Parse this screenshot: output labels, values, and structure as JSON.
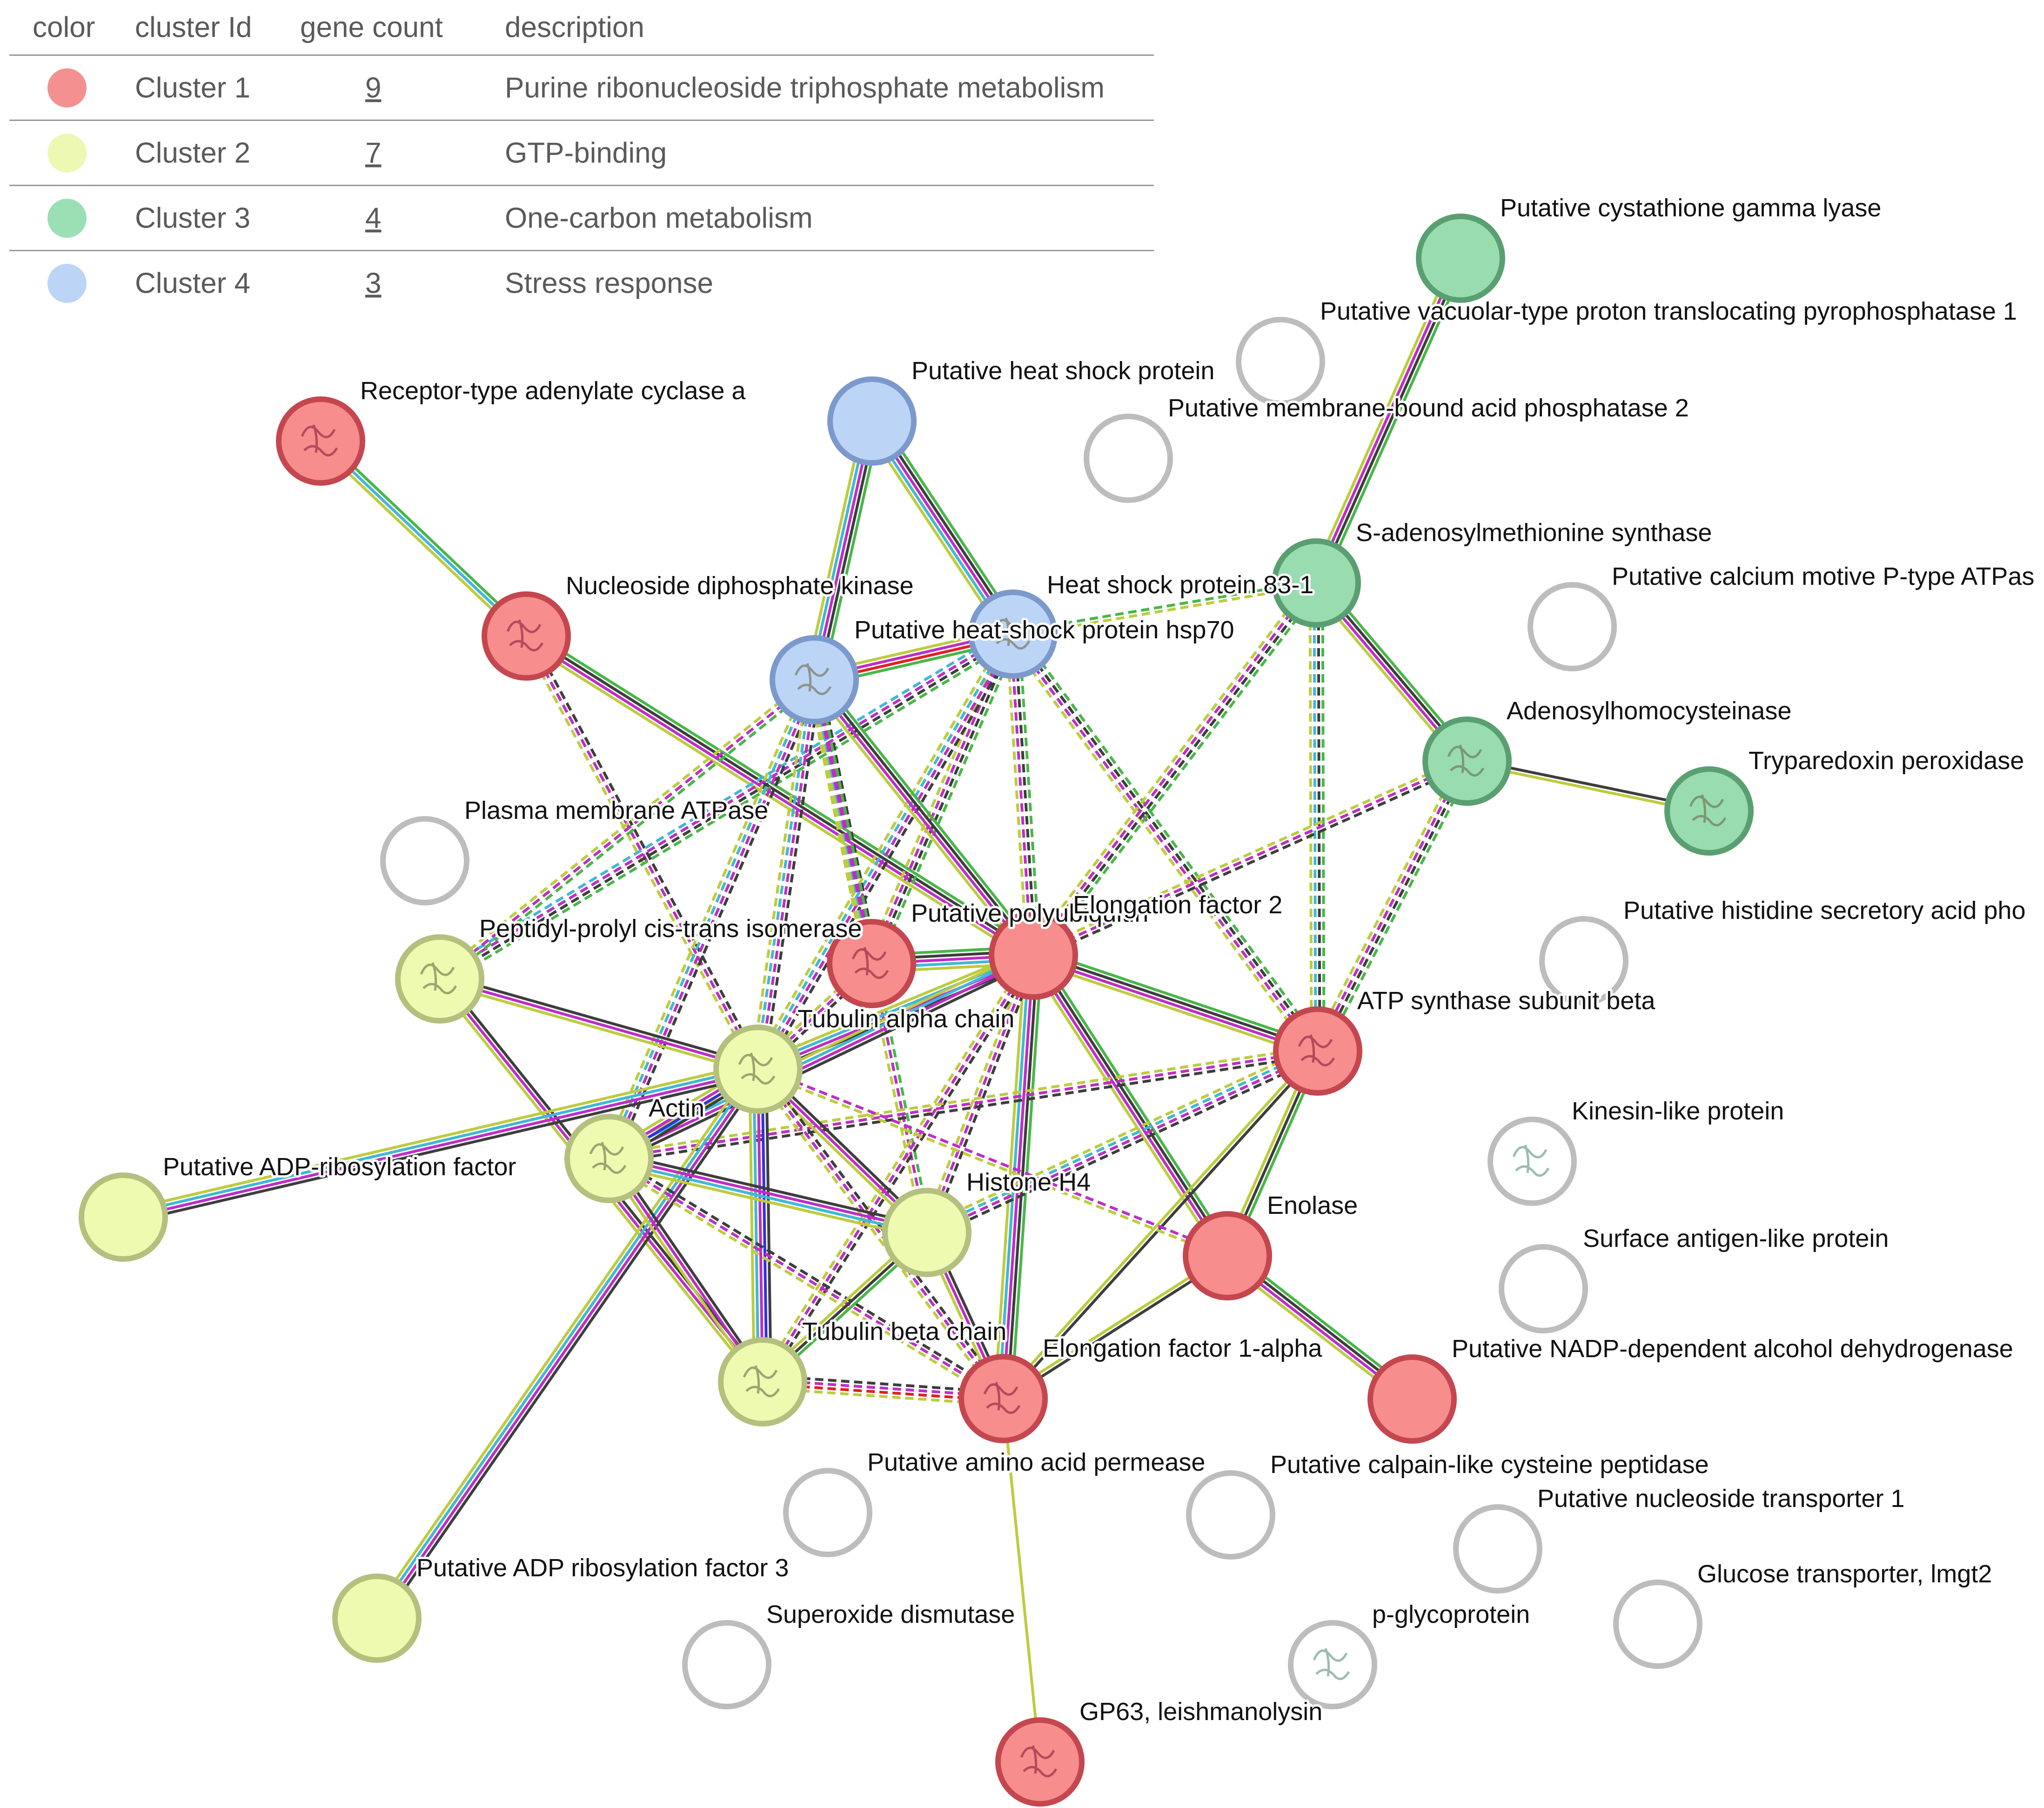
{
  "legend": {
    "headers": {
      "color": "color",
      "cluster_id": "cluster Id",
      "gene_count": "gene count",
      "description": "description"
    },
    "rows": [
      {
        "color": "#f59090",
        "cluster": "Cluster 1",
        "count": "9",
        "description": "Purine ribonucleoside triphosphate metabolism"
      },
      {
        "color": "#edf9b3",
        "cluster": "Cluster 2",
        "count": "7",
        "description": "GTP-binding"
      },
      {
        "color": "#9be0b4",
        "cluster": "Cluster 3",
        "count": "4",
        "description": "One-carbon metabolism"
      },
      {
        "color": "#bcd5f7",
        "cluster": "Cluster 4",
        "count": "3",
        "description": "Stress response"
      }
    ]
  },
  "cluster_colors": {
    "c1": {
      "fill": "#f78d8d",
      "stroke": "#c4474f"
    },
    "c2": {
      "fill": "#eefab0",
      "stroke": "#b4c07e"
    },
    "c3": {
      "fill": "#98dcb0",
      "stroke": "#5a9f72"
    },
    "c4": {
      "fill": "#bcd4f6",
      "stroke": "#7c99cc"
    },
    "none": {
      "fill": "#ffffff",
      "stroke": "#bdbdbd"
    }
  },
  "edge_colors": {
    "green": "#47b747",
    "olive": "#bdcc3d",
    "dark": "#3d3d3d",
    "magenta": "#c02cc8",
    "cyan": "#3fb8d6",
    "purple": "#5a3a8c",
    "blue": "#3030e0",
    "red": "#e02020"
  },
  "network": {
    "nodes": [
      {
        "id": "racA",
        "label": "Receptor-type adenylate cyclase a",
        "cluster": "c1",
        "has_structure": true
      },
      {
        "id": "ndk",
        "label": "Nucleoside diphosphate kinase",
        "cluster": "c1",
        "has_structure": true
      },
      {
        "id": "hspA",
        "label": "Putative heat shock protein",
        "cluster": "c4",
        "has_structure": false
      },
      {
        "id": "hsp83",
        "label": "Heat shock protein 83-1",
        "cluster": "c4",
        "has_structure": true
      },
      {
        "id": "hsp70",
        "label": "Putative heat-shock protein hsp70",
        "cluster": "c4",
        "has_structure": true
      },
      {
        "id": "cgl",
        "label": "Putative cystathione gamma lyase",
        "cluster": "c3",
        "has_structure": false
      },
      {
        "id": "vppase",
        "label": "Putative vacuolar-type proton translocating pyrophosphatase 1",
        "cluster": "none",
        "has_structure": false
      },
      {
        "id": "mbap",
        "label": "Putative membrane-bound acid phosphatase 2",
        "cluster": "none",
        "has_structure": false
      },
      {
        "id": "sams",
        "label": "S-adenosylmethionine synthase",
        "cluster": "c3",
        "has_structure": false
      },
      {
        "id": "pca",
        "label": "Putative calcium motive P-type ATPas",
        "cluster": "none",
        "has_structure": false
      },
      {
        "id": "ahcy",
        "label": "Adenosylhomocysteinase",
        "cluster": "c3",
        "has_structure": true
      },
      {
        "id": "txnp",
        "label": "Tryparedoxin peroxidase",
        "cluster": "c3",
        "has_structure": true
      },
      {
        "id": "pma",
        "label": "Plasma membrane ATPase",
        "cluster": "none",
        "has_structure": false
      },
      {
        "id": "ppi",
        "label": "Peptidyl-prolyl cis-trans isomerase",
        "cluster": "c2",
        "has_structure": true
      },
      {
        "id": "pubq",
        "label": "Putative polyubiquitin",
        "cluster": "c1",
        "has_structure": true
      },
      {
        "id": "ef2",
        "label": "Elongation factor 2",
        "cluster": "c1",
        "has_structure": false
      },
      {
        "id": "hsap",
        "label": "Putative histidine secretory acid pho",
        "cluster": "none",
        "has_structure": false
      },
      {
        "id": "atpb",
        "label": "ATP synthase subunit beta",
        "cluster": "c1",
        "has_structure": true
      },
      {
        "id": "tuba",
        "label": "Tubulin alpha chain",
        "cluster": "c2",
        "has_structure": true
      },
      {
        "id": "actin",
        "label": "Actin",
        "cluster": "c2",
        "has_structure": true
      },
      {
        "id": "arf",
        "label": "Putative ADP-ribosylation factor",
        "cluster": "c2",
        "has_structure": false
      },
      {
        "id": "h4",
        "label": "Histone H4",
        "cluster": "c2",
        "has_structure": false
      },
      {
        "id": "kinesin",
        "label": "Kinesin-like protein",
        "cluster": "none",
        "has_structure": true
      },
      {
        "id": "enolase",
        "label": "Enolase",
        "cluster": "c1",
        "has_structure": false
      },
      {
        "id": "surface",
        "label": "Surface antigen-like protein",
        "cluster": "none",
        "has_structure": false
      },
      {
        "id": "tubb",
        "label": "Tubulin beta chain",
        "cluster": "c2",
        "has_structure": true
      },
      {
        "id": "ef1a",
        "label": "Elongation factor 1-alpha",
        "cluster": "c1",
        "has_structure": true
      },
      {
        "id": "nadp",
        "label": "Putative NADP-dependent alcohol dehydrogenase",
        "cluster": "c1",
        "has_structure": false
      },
      {
        "id": "aap",
        "label": "Putative amino acid permease",
        "cluster": "none",
        "has_structure": false
      },
      {
        "id": "calpain",
        "label": "Putative calpain-like cysteine peptidase",
        "cluster": "none",
        "has_structure": false
      },
      {
        "id": "nt1",
        "label": "Putative nucleoside transporter 1",
        "cluster": "none",
        "has_structure": false
      },
      {
        "id": "arf3",
        "label": "Putative ADP ribosylation factor 3",
        "cluster": "c2",
        "has_structure": false
      },
      {
        "id": "glut",
        "label": "Glucose transporter, lmgt2",
        "cluster": "none",
        "has_structure": false
      },
      {
        "id": "sod",
        "label": "Superoxide dismutase",
        "cluster": "none",
        "has_structure": false
      },
      {
        "id": "pgp",
        "label": "p-glycoprotein",
        "cluster": "none",
        "has_structure": true
      },
      {
        "id": "gp63",
        "label": "GP63, leishmanolysin",
        "cluster": "c1",
        "has_structure": true
      }
    ],
    "edges": [
      {
        "a": "racA",
        "b": "ndk",
        "colors": [
          "green",
          "cyan",
          "olive"
        ],
        "dashed": false
      },
      {
        "a": "ndk",
        "b": "ef2",
        "colors": [
          "green",
          "dark",
          "magenta",
          "olive"
        ],
        "dashed": false
      },
      {
        "a": "ndk",
        "b": "tuba",
        "colors": [
          "dark",
          "magenta",
          "olive"
        ],
        "dashed": true
      },
      {
        "a": "hspA",
        "b": "hsp83",
        "colors": [
          "green",
          "dark",
          "magenta",
          "cyan",
          "olive"
        ],
        "dashed": false
      },
      {
        "a": "hspA",
        "b": "hsp70",
        "colors": [
          "green",
          "dark",
          "magenta",
          "cyan",
          "olive"
        ],
        "dashed": false
      },
      {
        "a": "hsp83",
        "b": "hsp70",
        "colors": [
          "green",
          "red",
          "magenta",
          "olive"
        ],
        "dashed": false
      },
      {
        "a": "hsp83",
        "b": "sams",
        "colors": [
          "green",
          "olive"
        ],
        "dashed": true
      },
      {
        "a": "hsp83",
        "b": "pubq",
        "colors": [
          "green",
          "dark",
          "magenta",
          "olive"
        ],
        "dashed": true
      },
      {
        "a": "hsp83",
        "b": "ef2",
        "colors": [
          "green",
          "dark",
          "magenta",
          "olive"
        ],
        "dashed": true
      },
      {
        "a": "hsp83",
        "b": "atpb",
        "colors": [
          "green",
          "dark",
          "magenta",
          "olive"
        ],
        "dashed": true
      },
      {
        "a": "hsp83",
        "b": "tuba",
        "colors": [
          "dark",
          "magenta",
          "cyan",
          "olive"
        ],
        "dashed": true
      },
      {
        "a": "hsp83",
        "b": "ppi",
        "colors": [
          "green",
          "dark",
          "magenta",
          "cyan"
        ],
        "dashed": true
      },
      {
        "a": "hsp70",
        "b": "ppi",
        "colors": [
          "green",
          "magenta",
          "olive"
        ],
        "dashed": true
      },
      {
        "a": "hsp70",
        "b": "pubq",
        "colors": [
          "dark",
          "magenta",
          "cyan",
          "olive"
        ],
        "dashed": true
      },
      {
        "a": "hsp70",
        "b": "ef2",
        "colors": [
          "green",
          "dark",
          "magenta",
          "olive"
        ],
        "dashed": false
      },
      {
        "a": "hsp70",
        "b": "actin",
        "colors": [
          "dark",
          "magenta",
          "cyan",
          "olive"
        ],
        "dashed": true
      },
      {
        "a": "hsp70",
        "b": "tuba",
        "colors": [
          "dark",
          "magenta",
          "cyan",
          "olive"
        ],
        "dashed": true
      },
      {
        "a": "hsp70",
        "b": "h4",
        "colors": [
          "green",
          "magenta",
          "olive"
        ],
        "dashed": true
      },
      {
        "a": "cgl",
        "b": "sams",
        "colors": [
          "green",
          "dark",
          "magenta",
          "olive"
        ],
        "dashed": false
      },
      {
        "a": "sams",
        "b": "ahcy",
        "colors": [
          "green",
          "dark",
          "magenta",
          "olive"
        ],
        "dashed": false
      },
      {
        "a": "sams",
        "b": "atpb",
        "colors": [
          "green",
          "dark",
          "cyan",
          "olive"
        ],
        "dashed": true
      },
      {
        "a": "sams",
        "b": "ef2",
        "colors": [
          "green",
          "dark",
          "magenta",
          "olive"
        ],
        "dashed": true
      },
      {
        "a": "ahcy",
        "b": "txnp",
        "colors": [
          "dark",
          "olive"
        ],
        "dashed": false
      },
      {
        "a": "ahcy",
        "b": "atpb",
        "colors": [
          "green",
          "dark",
          "magenta",
          "olive"
        ],
        "dashed": true
      },
      {
        "a": "ahcy",
        "b": "ef2",
        "colors": [
          "dark",
          "magenta",
          "olive"
        ],
        "dashed": true
      },
      {
        "a": "ppi",
        "b": "tuba",
        "colors": [
          "dark",
          "magenta",
          "olive"
        ],
        "dashed": false
      },
      {
        "a": "ppi",
        "b": "tubb",
        "colors": [
          "dark",
          "magenta",
          "olive"
        ],
        "dashed": false
      },
      {
        "a": "pubq",
        "b": "ef2",
        "colors": [
          "green",
          "dark",
          "magenta",
          "cyan",
          "olive"
        ],
        "dashed": false
      },
      {
        "a": "pubq",
        "b": "tuba",
        "colors": [
          "dark",
          "magenta",
          "olive"
        ],
        "dashed": true
      },
      {
        "a": "ef2",
        "b": "atpb",
        "colors": [
          "green",
          "dark",
          "magenta",
          "olive"
        ],
        "dashed": false
      },
      {
        "a": "ef2",
        "b": "enolase",
        "colors": [
          "green",
          "dark",
          "magenta",
          "olive"
        ],
        "dashed": false
      },
      {
        "a": "ef2",
        "b": "ef1a",
        "colors": [
          "green",
          "dark",
          "magenta",
          "cyan",
          "olive"
        ],
        "dashed": false
      },
      {
        "a": "ef2",
        "b": "tuba",
        "colors": [
          "dark",
          "magenta",
          "cyan",
          "olive"
        ],
        "dashed": false
      },
      {
        "a": "ef2",
        "b": "actin",
        "colors": [
          "dark",
          "magenta",
          "cyan",
          "olive"
        ],
        "dashed": false
      },
      {
        "a": "ef2",
        "b": "h4",
        "colors": [
          "dark",
          "magenta",
          "olive"
        ],
        "dashed": true
      },
      {
        "a": "ef2",
        "b": "tubb",
        "colors": [
          "dark",
          "magenta",
          "olive"
        ],
        "dashed": true
      },
      {
        "a": "atpb",
        "b": "enolase",
        "colors": [
          "green",
          "dark",
          "olive"
        ],
        "dashed": false
      },
      {
        "a": "atpb",
        "b": "ef1a",
        "colors": [
          "dark",
          "olive"
        ],
        "dashed": false
      },
      {
        "a": "atpb",
        "b": "h4",
        "colors": [
          "dark",
          "magenta",
          "cyan",
          "olive"
        ],
        "dashed": true
      },
      {
        "a": "atpb",
        "b": "actin",
        "colors": [
          "dark",
          "magenta",
          "olive"
        ],
        "dashed": true
      },
      {
        "a": "tuba",
        "b": "actin",
        "colors": [
          "dark",
          "blue",
          "magenta",
          "olive"
        ],
        "dashed": false
      },
      {
        "a": "tuba",
        "b": "tubb",
        "colors": [
          "dark",
          "blue",
          "magenta",
          "cyan",
          "olive"
        ],
        "dashed": false
      },
      {
        "a": "tuba",
        "b": "h4",
        "colors": [
          "dark",
          "magenta",
          "olive"
        ],
        "dashed": false
      },
      {
        "a": "tuba",
        "b": "arf",
        "colors": [
          "dark",
          "magenta",
          "cyan",
          "olive"
        ],
        "dashed": false
      },
      {
        "a": "tuba",
        "b": "arf3",
        "colors": [
          "dark",
          "magenta",
          "cyan",
          "olive"
        ],
        "dashed": false
      },
      {
        "a": "tuba",
        "b": "ef1a",
        "colors": [
          "dark",
          "magenta",
          "olive"
        ],
        "dashed": true
      },
      {
        "a": "tuba",
        "b": "enolase",
        "colors": [
          "magenta",
          "olive"
        ],
        "dashed": true
      },
      {
        "a": "actin",
        "b": "h4",
        "colors": [
          "dark",
          "magenta",
          "cyan",
          "olive"
        ],
        "dashed": false
      },
      {
        "a": "actin",
        "b": "tubb",
        "colors": [
          "dark",
          "magenta",
          "olive"
        ],
        "dashed": false
      },
      {
        "a": "actin",
        "b": "ef1a",
        "colors": [
          "dark",
          "magenta",
          "olive"
        ],
        "dashed": true
      },
      {
        "a": "h4",
        "b": "tubb",
        "colors": [
          "green",
          "dark",
          "olive"
        ],
        "dashed": false
      },
      {
        "a": "h4",
        "b": "ef1a",
        "colors": [
          "dark",
          "magenta",
          "olive"
        ],
        "dashed": false
      },
      {
        "a": "tubb",
        "b": "ef1a",
        "colors": [
          "dark",
          "magenta",
          "red",
          "olive"
        ],
        "dashed": true
      },
      {
        "a": "enolase",
        "b": "ef1a",
        "colors": [
          "dark",
          "olive"
        ],
        "dashed": false
      },
      {
        "a": "enolase",
        "b": "nadp",
        "colors": [
          "green",
          "dark",
          "magenta",
          "olive"
        ],
        "dashed": false
      },
      {
        "a": "ef1a",
        "b": "gp63",
        "colors": [
          "olive"
        ],
        "dashed": false
      }
    ]
  }
}
